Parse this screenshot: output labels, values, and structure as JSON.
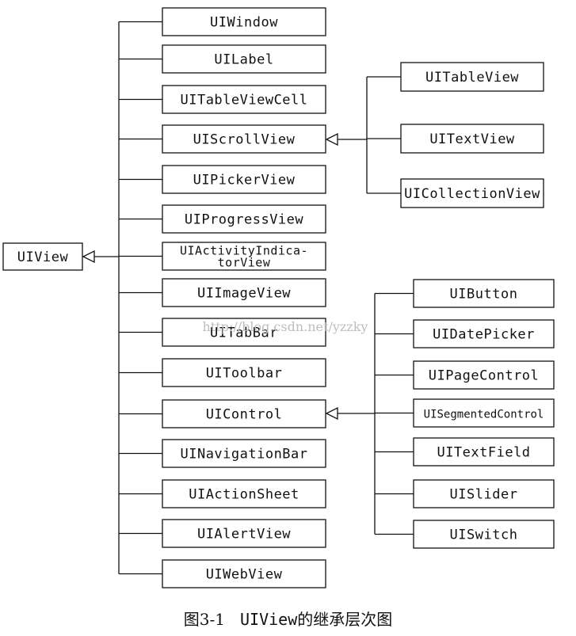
{
  "root": {
    "label": "UIView"
  },
  "children": [
    "UIWindow",
    "UILabel",
    "UITableViewCell",
    "UIScrollView",
    "UIPickerView",
    "UIProgressView",
    [
      "UIActivityIndica-",
      "torView"
    ],
    "UIImageView",
    "UITabBar",
    "UIToolbar",
    "UIControl",
    "UINavigationBar",
    "UIActionSheet",
    "UIAlertView",
    "UIWebView"
  ],
  "scrollview_children": [
    "UITableView",
    "UITextView",
    "UICollectionView"
  ],
  "control_children": [
    "UIButton",
    "UIDatePicker",
    "UIPageControl",
    "UISegmentedControl",
    "UITextField",
    "UISlider",
    "UISwitch"
  ],
  "watermark": "http://blog.csdn.net/yzzky",
  "caption": {
    "figure": "图3-1",
    "class_name": "UIView",
    "text": "的继承层次图"
  }
}
